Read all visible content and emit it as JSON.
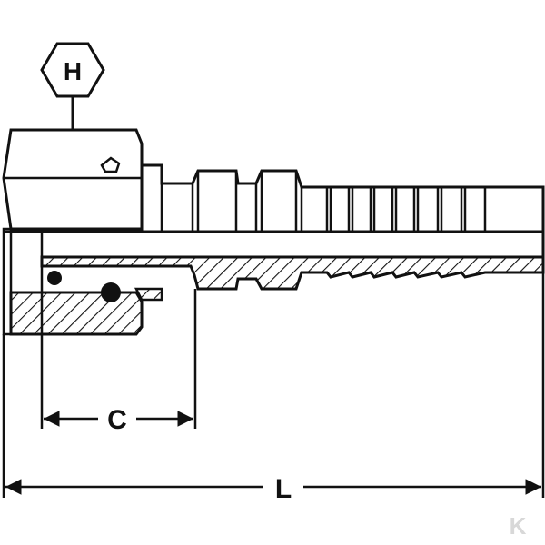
{
  "labels": {
    "hex_label": "H",
    "dim_c": "C",
    "dim_l": "L"
  },
  "watermark": "K",
  "colors": {
    "line": "#111111",
    "background": "#ffffff",
    "watermark": "#d8d8d8"
  }
}
